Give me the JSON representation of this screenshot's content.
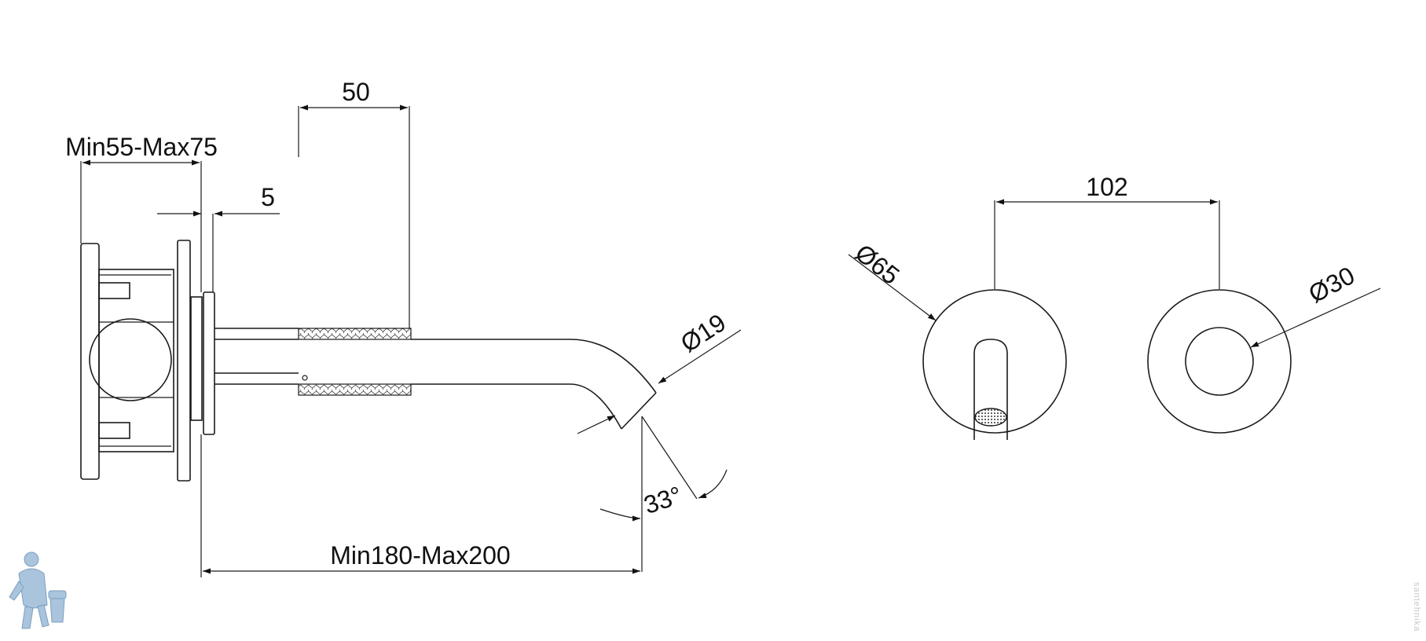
{
  "dimensions": {
    "top_width": "50",
    "depth_range": "Min55-Max75",
    "plate_gap": "5",
    "spout_diameter": "Ø19",
    "spout_angle": "33°",
    "projection_range": "Min180-Max200",
    "center_distance": "102",
    "spout_rosette_diameter": "Ø65",
    "handle_diameter": "Ø30"
  },
  "watermark": "santehnika"
}
